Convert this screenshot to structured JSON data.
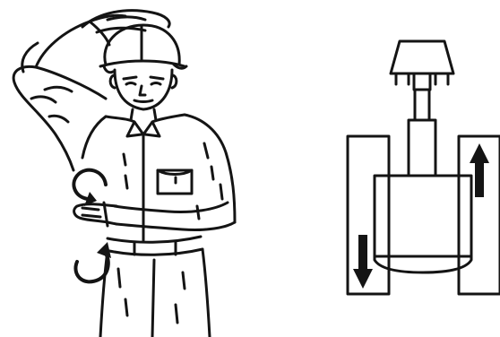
{
  "colors": {
    "ink": "#141414",
    "paper": "#ffffff",
    "arrow_fill": "#141414"
  },
  "illustration": {
    "signaler": {
      "headwear": "hard-hat-icon",
      "top_hand_gesture": "hand-on-helmet",
      "forearm_motion": [
        "rotate-arrow-upper",
        "rotate-arrow-lower"
      ]
    },
    "machine": {
      "view": "top-view",
      "parts": [
        "bucket",
        "boom",
        "cab",
        "left-track",
        "right-track"
      ],
      "track_arrows": [
        {
          "track": "left",
          "direction": "down"
        },
        {
          "track": "right",
          "direction": "up"
        }
      ]
    }
  }
}
